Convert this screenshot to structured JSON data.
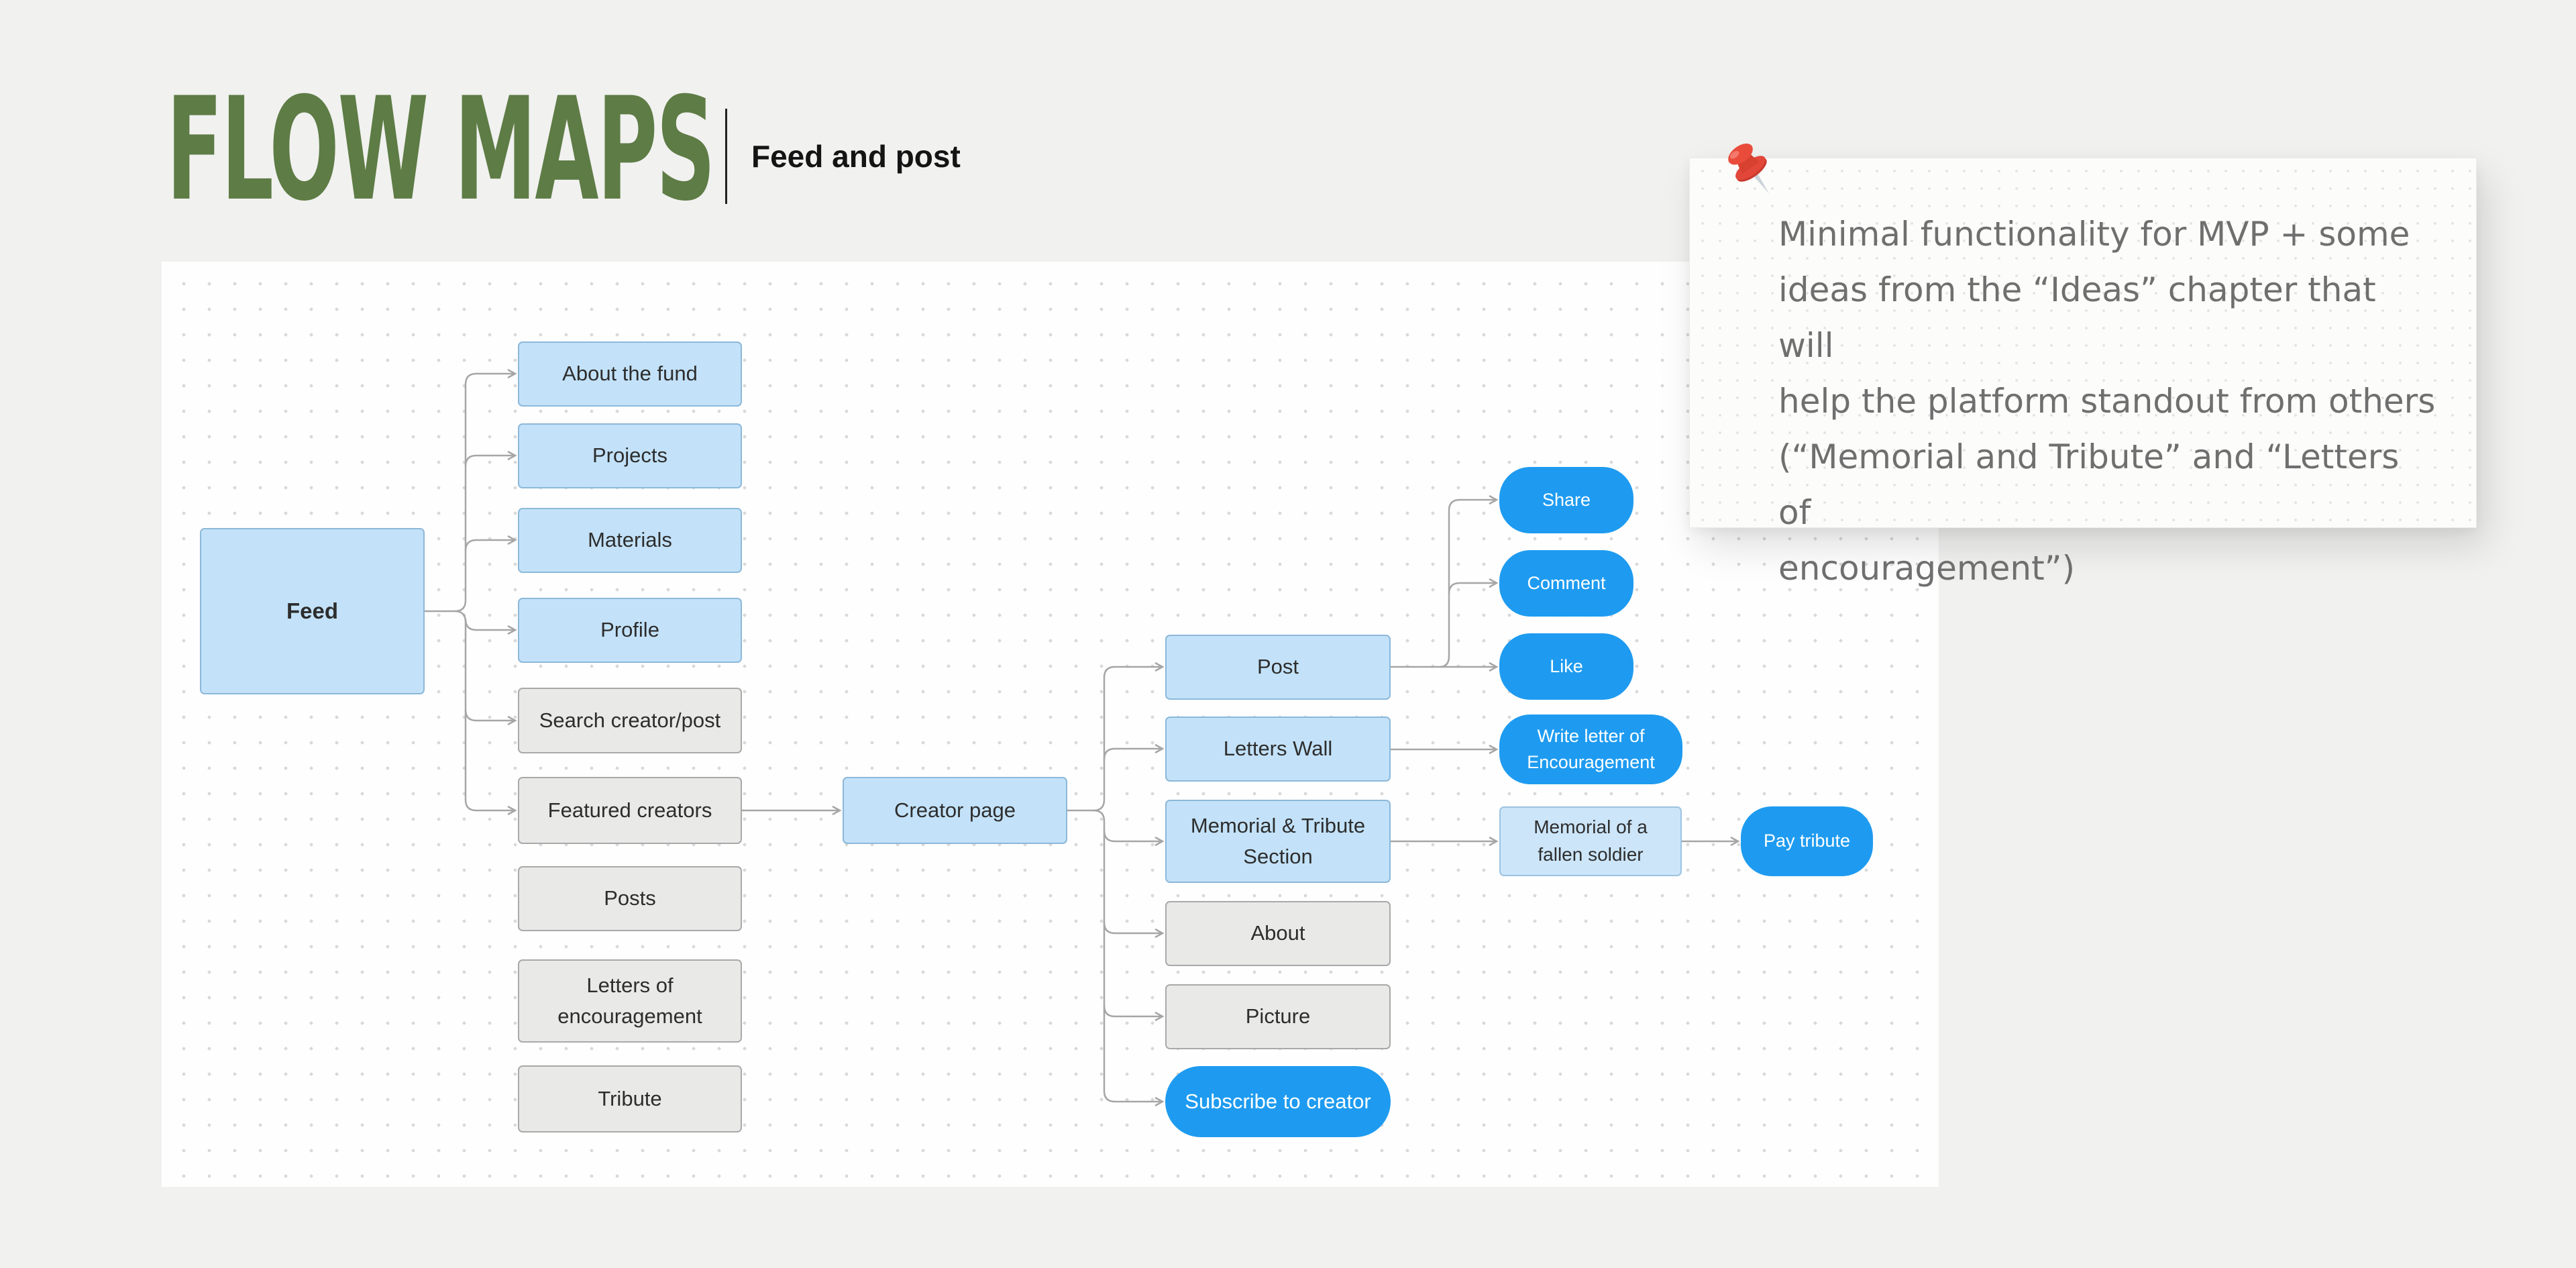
{
  "header": {
    "logo": "FLOW MAPS",
    "subtitle": "Feed and post"
  },
  "sticky_note": {
    "lines": [
      "Minimal functionality for MVP + some",
      "ideas from the “Ideas” chapter that will",
      "help the platform standout from others",
      "(“Memorial and Tribute” and “Letters of",
      "encouragement”)"
    ]
  },
  "nodes": {
    "feed": "Feed",
    "about_the_fund": "About the fund",
    "projects": "Projects",
    "materials": "Materials",
    "profile": "Profile",
    "search_creator_post": "Search creator/post",
    "featured_creators": "Featured creators",
    "posts": "Posts",
    "letters_of_encouragement": "Letters of encouragement",
    "tribute": "Tribute",
    "creator_page": "Creator page",
    "post": "Post",
    "letters_wall": "Letters Wall",
    "memorial_tribute_section": "Memorial & Tribute Section",
    "about": "About",
    "picture": "Picture",
    "subscribe_to_creator": "Subscribe to creator",
    "share": "Share",
    "comment": "Comment",
    "like": "Like",
    "write_letter": "Write letter of Encouragement",
    "memorial_of_fallen_soldier": "Memorial of a fallen soldier",
    "pay_tribute": "Pay tribute"
  },
  "colors": {
    "logo_green": "#5e7c45",
    "node_blue_fill": "#c3e2f9",
    "node_blue_border": "#8cb8d9",
    "node_gray_fill": "#e9e9e8",
    "node_gray_border": "#a9a9a9",
    "action_blue": "#1e9bf0",
    "soldier_blue_fill": "#cce5f9",
    "connector_gray": "#a6a6a6",
    "note_text_gray": "#6f6f6f"
  }
}
